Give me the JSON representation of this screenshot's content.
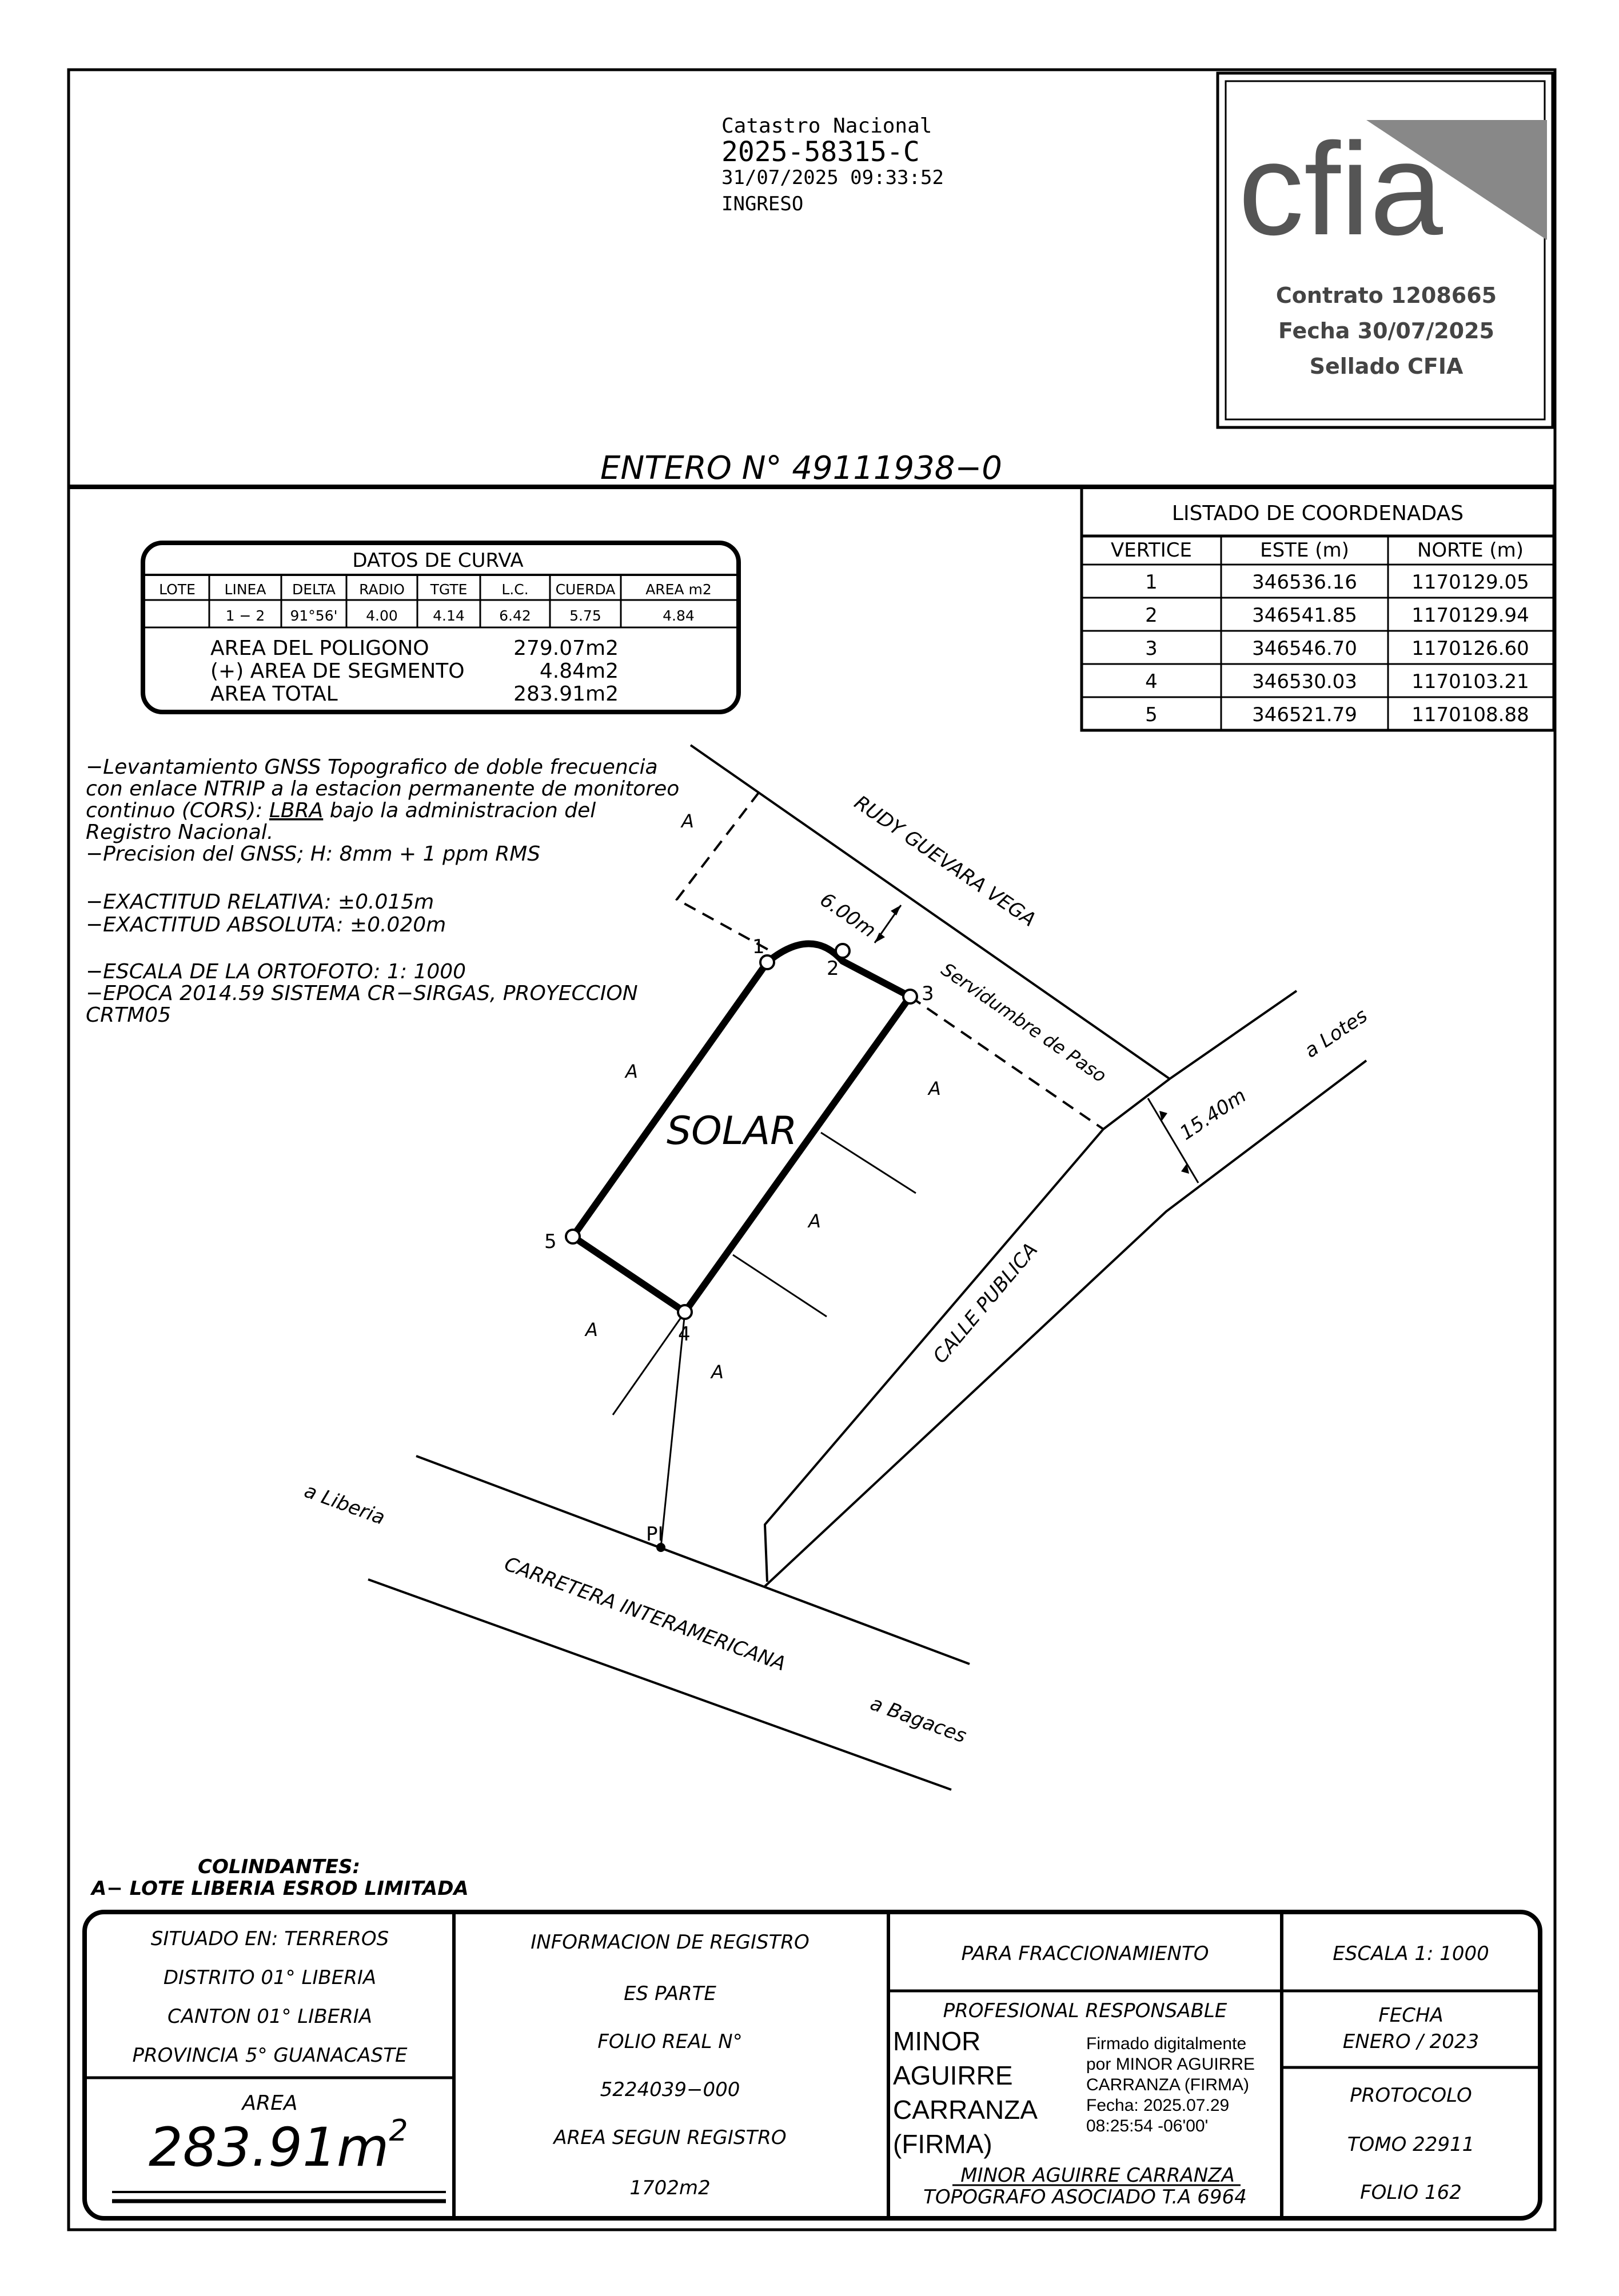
{
  "stamp": {
    "line1": "Catastro Nacional",
    "line2": "2025-58315-C",
    "line3": "31/07/2025 09:33:52",
    "line4": "INGRESO"
  },
  "cfia": {
    "logo_text": "cfia",
    "contrato": "Contrato 1208665",
    "fecha": "Fecha 30/07/2025",
    "sellado": "Sellado CFIA"
  },
  "entero": "ENTERO N° 49111938−0",
  "datos_curva": {
    "title": "DATOS DE CURVA",
    "headers": [
      "LOTE",
      "LINEA",
      "DELTA",
      "RADIO",
      "TGTE",
      "L.C.",
      "CUERDA",
      "AREA m2"
    ],
    "row": [
      "",
      "1 − 2",
      "91°56'",
      "4.00",
      "4.14",
      "6.42",
      "5.75",
      "4.84"
    ],
    "area_poligono_label": "AREA DEL POLIGONO",
    "area_poligono": "279.07m2",
    "area_segmento_label": "(+) AREA DE SEGMENTO",
    "area_segmento": "4.84m2",
    "area_total_label": "AREA TOTAL",
    "area_total": "283.91m2"
  },
  "coordenadas": {
    "title": "LISTADO DE COORDENADAS",
    "headers": [
      "VERTICE",
      "ESTE (m)",
      "NORTE (m)"
    ],
    "rows": [
      [
        "1",
        "346536.16",
        "1170129.05"
      ],
      [
        "2",
        "346541.85",
        "1170129.94"
      ],
      [
        "3",
        "346546.70",
        "1170126.60"
      ],
      [
        "4",
        "346530.03",
        "1170103.21"
      ],
      [
        "5",
        "346521.79",
        "1170108.88"
      ]
    ]
  },
  "notes": [
    "−Levantamiento GNSS Topografico de doble frecuencia",
    "con enlace NTRIP a la estacion permanente de monitoreo",
    "continuo (CORS):",
    "LBRA",
    "bajo la administracion del",
    "Registro Nacional.",
    "−Precision del GNSS; H: 8mm + 1 ppm RMS",
    "−EXACTITUD RELATIVA:  ±0.015m",
    "−EXACTITUD ABSOLUTA:  ±0.020m",
    "−ESCALA DE LA ORTOFOTO: 1: 1000",
    "−EPOCA 2014.59 SISTEMA CR−SIRGAS, PROYECCION",
    "CRTM05"
  ],
  "map": {
    "solar": "SOLAR",
    "neighbor_a": "A",
    "rudy": "RUDY GUEVARA VEGA",
    "servidumbre": "Servidumbre de Paso",
    "width_6": "6.00m",
    "width_15": "15.40m",
    "a_lotes": "a Lotes",
    "calle_publica": "CALLE PUBLICA",
    "a_liberia": "a Liberia",
    "carretera": "CARRETERA INTERAMERICANA",
    "a_bagaces": "a Bagaces",
    "pi": "PI",
    "v1": "1",
    "v2": "2",
    "v3": "3",
    "v4": "4",
    "v5": "5"
  },
  "colindantes": {
    "title": "COLINDANTES:",
    "a": "A− LOTE LIBERIA ESROD LIMITADA"
  },
  "footer": {
    "situado": "SITUADO EN:   TERREROS",
    "distrito": "DISTRITO 01°  LIBERIA",
    "canton": "CANTON 01° LIBERIA",
    "provincia": "PROVINCIA 5° GUANACASTE",
    "area_label": "AREA",
    "area_value": "283.91m",
    "area_sup": "2",
    "registro_title": "INFORMACION DE REGISTRO",
    "es_parte": "ES PARTE",
    "folio_real": "FOLIO REAL N°",
    "folio_num": "5224039−000",
    "area_registro": "AREA SEGUN REGISTRO",
    "area_registro_val": "1702m2",
    "fraccionamiento": "PARA FRACCIONAMIENTO",
    "profesional": "PROFESIONAL RESPONSABLE",
    "sig_name": [
      "MINOR",
      "AGUIRRE",
      "CARRANZA",
      "(FIRMA)"
    ],
    "sig_digital": [
      "Firmado digitalmente",
      "por MINOR AGUIRRE",
      "CARRANZA (FIRMA)",
      "Fecha: 2025.07.29",
      "08:25:54 -06'00'"
    ],
    "topografo_name": "MINOR AGUIRRE CARRANZA",
    "topografo_title": "TOPOGRAFO ASOCIADO T.A 6964",
    "escala": "ESCALA 1:  1000",
    "fecha_label": "FECHA",
    "fecha_value": "ENERO / 2023",
    "protocolo": "PROTOCOLO",
    "tomo": "TOMO 22911",
    "folio": "FOLIO 162"
  }
}
